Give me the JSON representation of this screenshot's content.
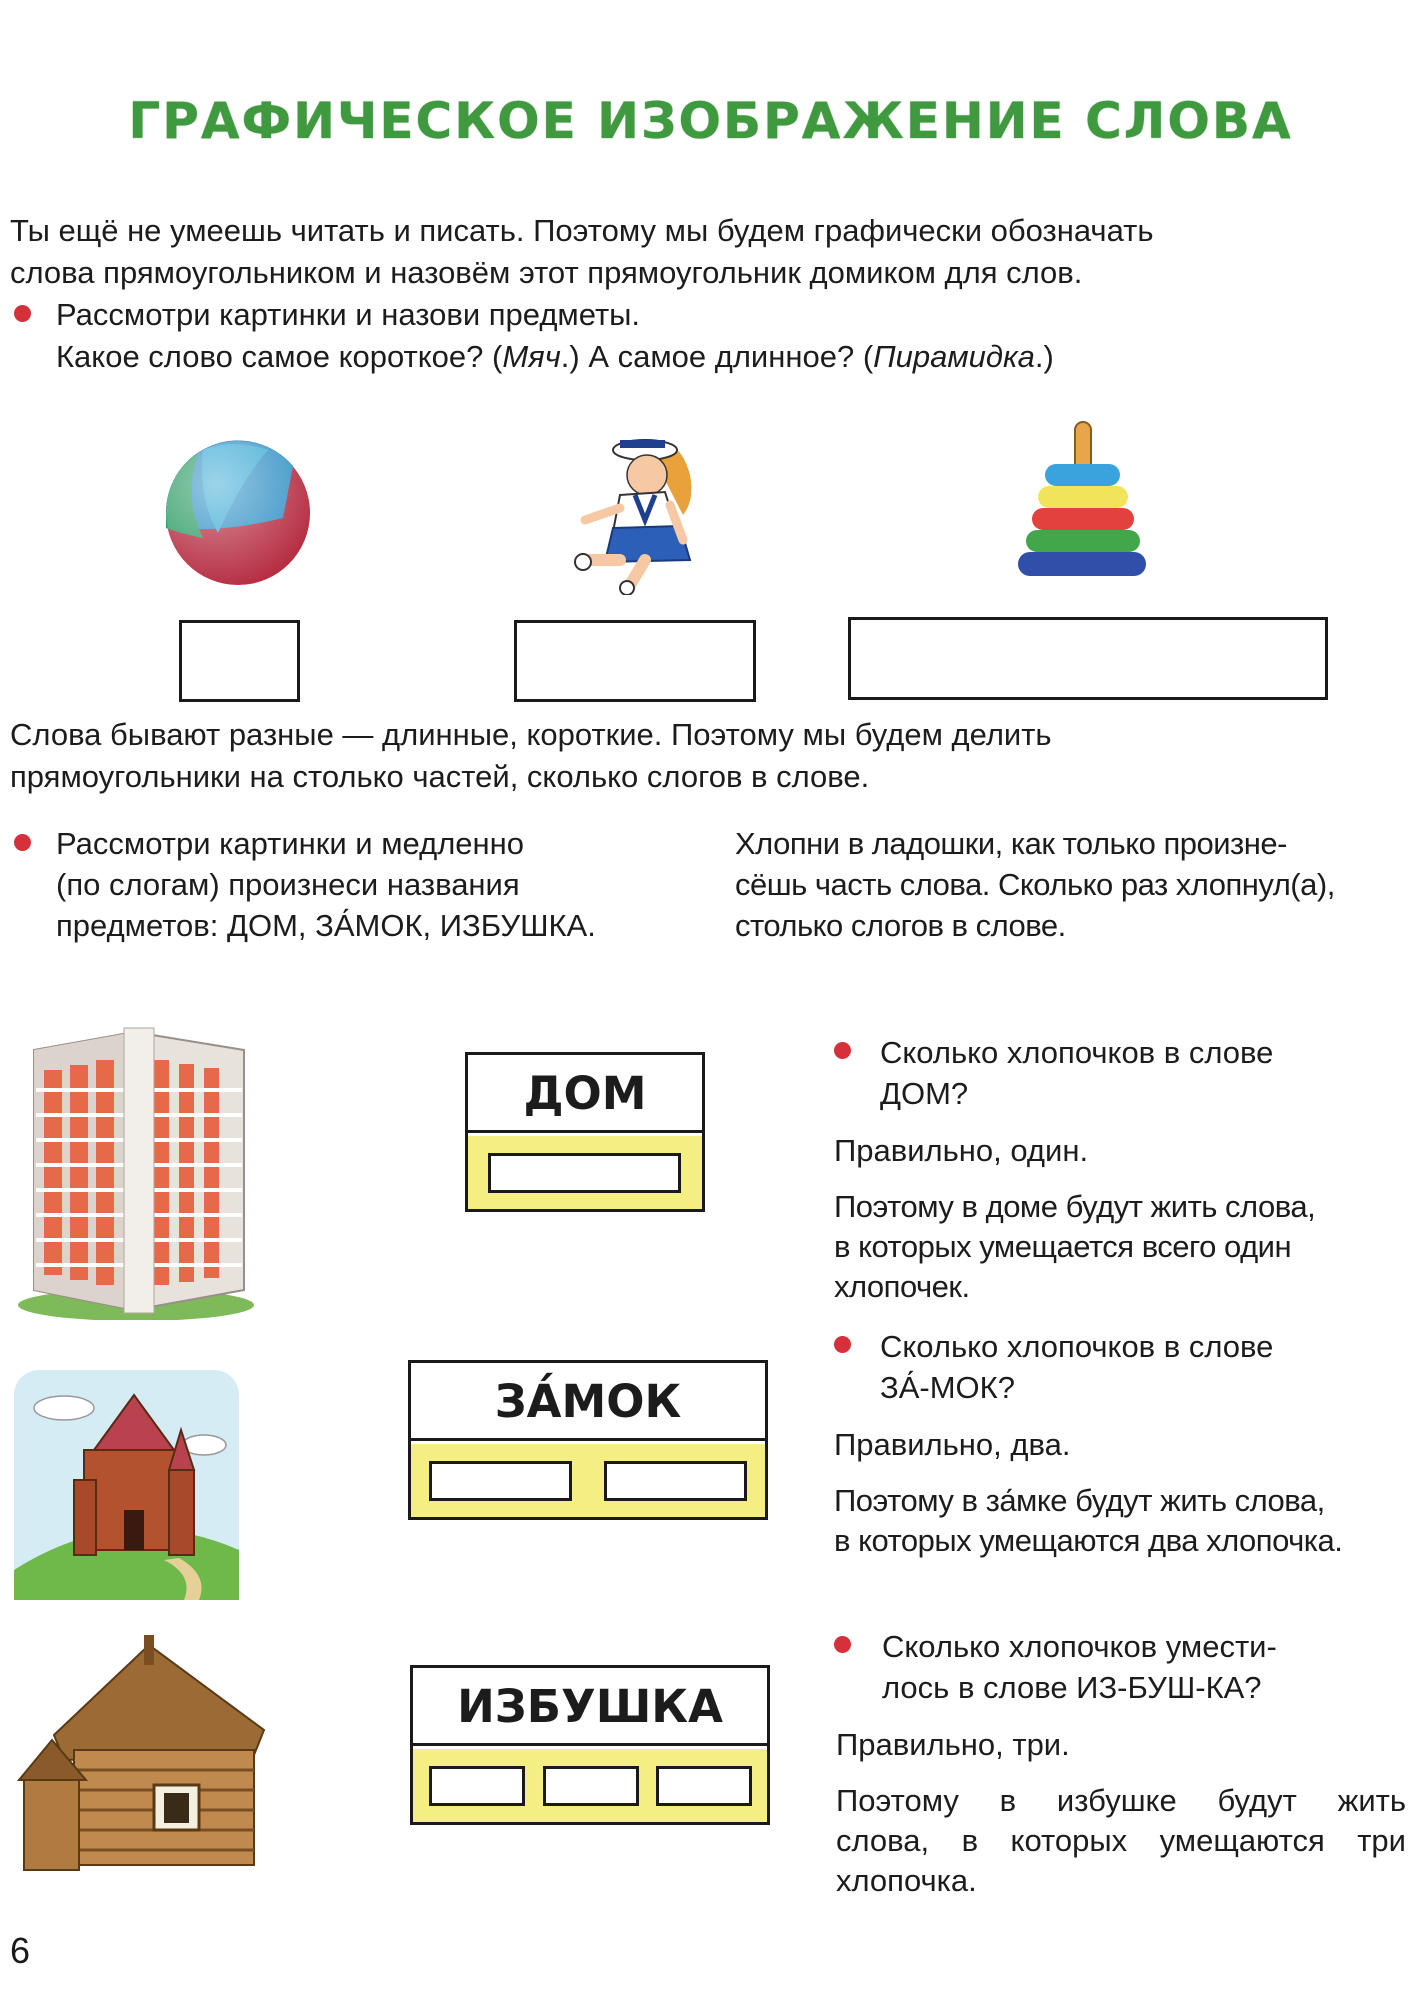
{
  "title": "ГРАФИЧЕСКОЕ ИЗОБРАЖЕНИЕ СЛОВА",
  "intro": {
    "line1": "Ты ещё не умеешь читать и писать. Поэтому мы будем графически обозначать",
    "line2": "слова прямоугольником и назовём этот прямоугольник домиком для слов.",
    "task1": "Рассмотри картинки и назови предметы.",
    "q_short": "Какое слово самое короткое? (",
    "a_short": "Мяч",
    "q_long": ".) А самое длинное? (",
    "a_long": "Пирамидка",
    "q_end": ".)"
  },
  "words_para": {
    "line1": "Слова бывают разные — длинные, короткие. Поэтому мы будем делить",
    "line2": "прямоугольники на столько частей, сколько слогов в слове."
  },
  "task2": {
    "left": [
      "Рассмотри картинки и медленно",
      "(по слогам) произнеси названия",
      "предметов: ДОМ, ЗА́МОК, ИЗБУШКА."
    ],
    "right": [
      "Хлопни в ладошки, как только произне-",
      "сёшь часть слова. Сколько раз хлопнул(а),",
      "столько слогов в слове."
    ]
  },
  "houses": [
    {
      "word": "ДОМ",
      "question": [
        "Сколько хлопочков в слове",
        "ДОМ?"
      ],
      "answer": "Правильно, один.",
      "explain": [
        "Поэтому в доме будут жить слова,",
        "в которых умещается всего один",
        "хлопочек."
      ]
    },
    {
      "word": "ЗА́МОК",
      "question": [
        "Сколько хлопочков в слове",
        "ЗА́-МОК?"
      ],
      "answer": "Правильно, два.",
      "explain": [
        "Поэтому в за́мке будут жить слова,",
        "в которых умещаются два хлопочка."
      ]
    },
    {
      "word": "ИЗБУШКА",
      "question": [
        "Сколько хлопочков умести-",
        "лось в слове ИЗ-БУШ-КА?"
      ],
      "answer": "Правильно, три.",
      "explain": [
        "Поэтому в избушке будут жить",
        "слова, в которых умещаются три",
        "хлопочка."
      ]
    }
  ],
  "page_number": "6",
  "colors": {
    "title": "#3f9a3f",
    "bullet": "#d6303b",
    "house_floor": "#f5ee82"
  }
}
